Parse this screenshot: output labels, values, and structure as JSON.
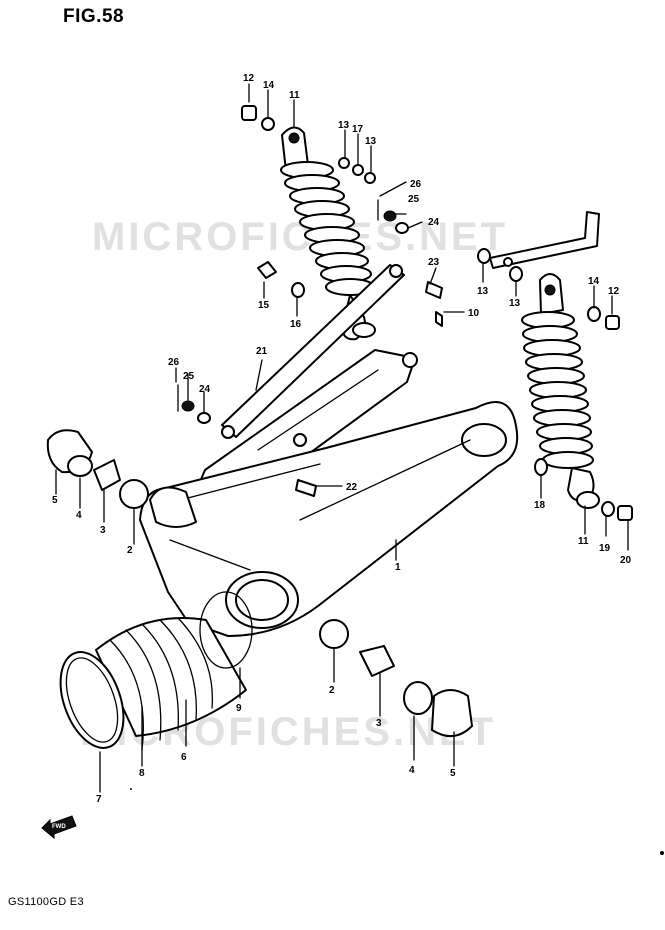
{
  "figure": {
    "title": "FIG.58",
    "model_code": "GS1100GD E3"
  },
  "watermark": {
    "top": "MICROFICHES.NET",
    "bottom": "MICROFICHES.NET"
  },
  "direction_marker": {
    "label": "FWD",
    "icon": "arrow-left-icon"
  },
  "callouts": [
    {
      "id": "c12a",
      "text": "12"
    },
    {
      "id": "c14a",
      "text": "14"
    },
    {
      "id": "c11a",
      "text": "11"
    },
    {
      "id": "c13a",
      "text": "13"
    },
    {
      "id": "c17",
      "text": "17"
    },
    {
      "id": "c13b",
      "text": "13"
    },
    {
      "id": "c26a",
      "text": "26"
    },
    {
      "id": "c25a",
      "text": "25"
    },
    {
      "id": "c24a",
      "text": "24"
    },
    {
      "id": "c23",
      "text": "23"
    },
    {
      "id": "c13c",
      "text": "13"
    },
    {
      "id": "c13d",
      "text": "13"
    },
    {
      "id": "c14b",
      "text": "14"
    },
    {
      "id": "c12b",
      "text": "12"
    },
    {
      "id": "c15",
      "text": "15"
    },
    {
      "id": "c16",
      "text": "16"
    },
    {
      "id": "c10",
      "text": "10"
    },
    {
      "id": "c21",
      "text": "21"
    },
    {
      "id": "c26b",
      "text": "26"
    },
    {
      "id": "c25b",
      "text": "25"
    },
    {
      "id": "c24b",
      "text": "24"
    },
    {
      "id": "c22",
      "text": "22"
    },
    {
      "id": "c18",
      "text": "18"
    },
    {
      "id": "c11b",
      "text": "11"
    },
    {
      "id": "c19",
      "text": "19"
    },
    {
      "id": "c20",
      "text": "20"
    },
    {
      "id": "c5a",
      "text": "5"
    },
    {
      "id": "c4a",
      "text": "4"
    },
    {
      "id": "c3a",
      "text": "3"
    },
    {
      "id": "c2a",
      "text": "2"
    },
    {
      "id": "c1",
      "text": "1"
    },
    {
      "id": "c2b",
      "text": "2"
    },
    {
      "id": "c9",
      "text": "9"
    },
    {
      "id": "c3b",
      "text": "3"
    },
    {
      "id": "c6",
      "text": "6"
    },
    {
      "id": "c4b",
      "text": "4"
    },
    {
      "id": "c8",
      "text": "8"
    },
    {
      "id": "c5b",
      "text": "5"
    },
    {
      "id": "c7",
      "text": "7"
    }
  ]
}
